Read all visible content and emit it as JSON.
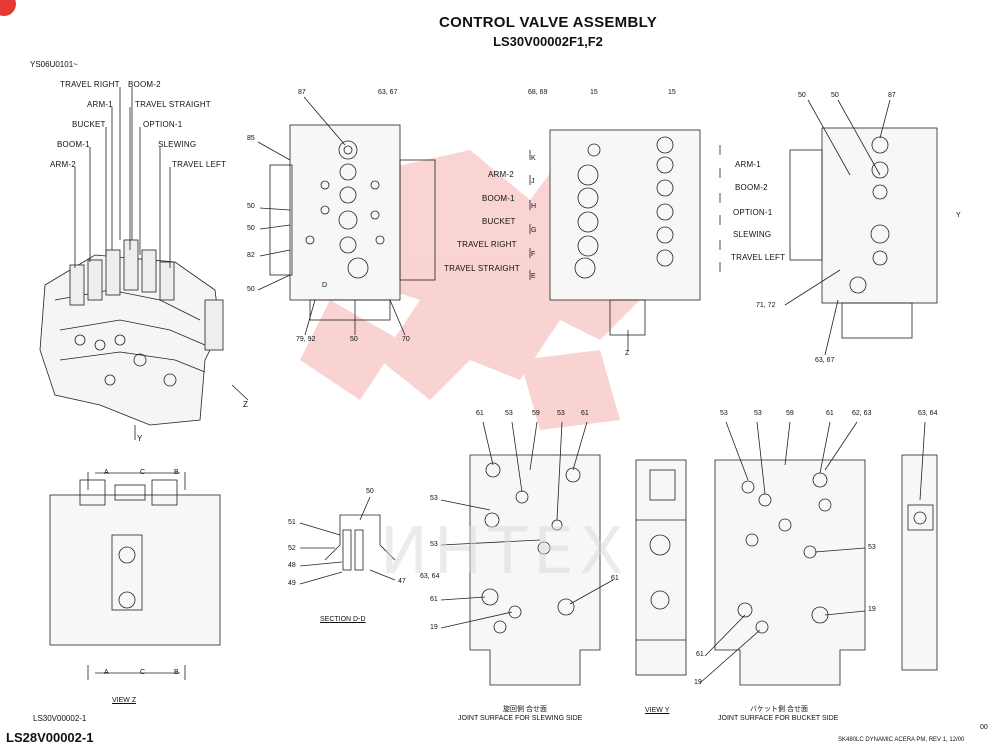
{
  "header": {
    "title": "CONTROL VALVE ASSEMBLY",
    "subtitle": "LS30V00002F1,F2",
    "doc_ref": "YS06U0101~"
  },
  "iso_view_labels": {
    "travel_right": "TRAVEL RIGHT",
    "boom2": "BOOM-2",
    "arm1": "ARM-1",
    "travel_straight": "TRAVEL STRAIGHT",
    "bucket": "BUCKET",
    "option1": "OPTION-1",
    "boom1": "BOOM-1",
    "slewing": "SLEWING",
    "arm2": "ARM-2",
    "travel_left": "TRAVEL LEFT",
    "axis_z": "Z",
    "axis_y": "Y"
  },
  "front_view_callouts": {
    "c87": "87",
    "c6367": "63, 67",
    "c85": "85",
    "c50a": "50",
    "c50b": "50",
    "c82": "82",
    "c50c": "50",
    "d": "D",
    "c7992": "79, 92",
    "c50d": "50",
    "c70": "70"
  },
  "side_view_callouts": {
    "c6869": "68, 69",
    "c15a": "15",
    "c15b": "15",
    "arm2": "ARM-2",
    "boom1": "BOOM-1",
    "bucket": "BUCKET",
    "travel_right": "TRAVEL RIGHT",
    "travel_straight": "TRAVEL STRAIGHT",
    "arm1": "ARM-1",
    "boom2": "BOOM-2",
    "option1": "OPTION-1",
    "slewing": "SLEWING",
    "travel_left": "TRAVEL LEFT",
    "k": "K",
    "j": "J",
    "h": "H",
    "g": "G",
    "f": "F",
    "e": "E",
    "z": "Z"
  },
  "rear_view_callouts": {
    "c50a": "50",
    "c50b": "50",
    "c87": "87",
    "y": "Y",
    "c7172": "71, 72",
    "c6367": "63, 67"
  },
  "view_z": {
    "a": "A",
    "b": "B",
    "c": "C",
    "caption": "VIEW  Z"
  },
  "section_dd": {
    "c50": "50",
    "c51": "51",
    "c52": "52",
    "c48": "48",
    "c49": "49",
    "c47": "47",
    "caption": "SECTION  D-D"
  },
  "slewing_side": {
    "c61a": "61",
    "c53a": "53",
    "c59": "59",
    "c53b": "53",
    "c61b": "61",
    "c53c": "53",
    "c53d": "53",
    "c6364": "63, 64",
    "c61c": "61",
    "c61d": "61",
    "c19": "19",
    "caption_jp": "旋回側  合せ面",
    "caption": "JOINT SURFACE FOR SLEWING SIDE"
  },
  "view_y": {
    "caption": "VIEW  Y"
  },
  "bucket_side": {
    "c53a": "53",
    "c53b": "53",
    "c59": "59",
    "c61a": "61",
    "c6263": "62, 63",
    "c53c": "53",
    "c19a": "19",
    "c61b": "61",
    "c19b": "19",
    "caption_jp": "バケット側  合せ面",
    "caption": "JOINT SURFACE FOR BUCKET SIDE"
  },
  "far_right": {
    "c6364": "63, 64"
  },
  "footer": {
    "part_small": "LS30V00002-1",
    "part_big": "LS28V00002-1",
    "manual": "SK480LC DYNAMIC ACERA PM, REV 1, 12/00",
    "page": "00"
  },
  "watermark": {
    "text": "ИНТЕХ"
  }
}
